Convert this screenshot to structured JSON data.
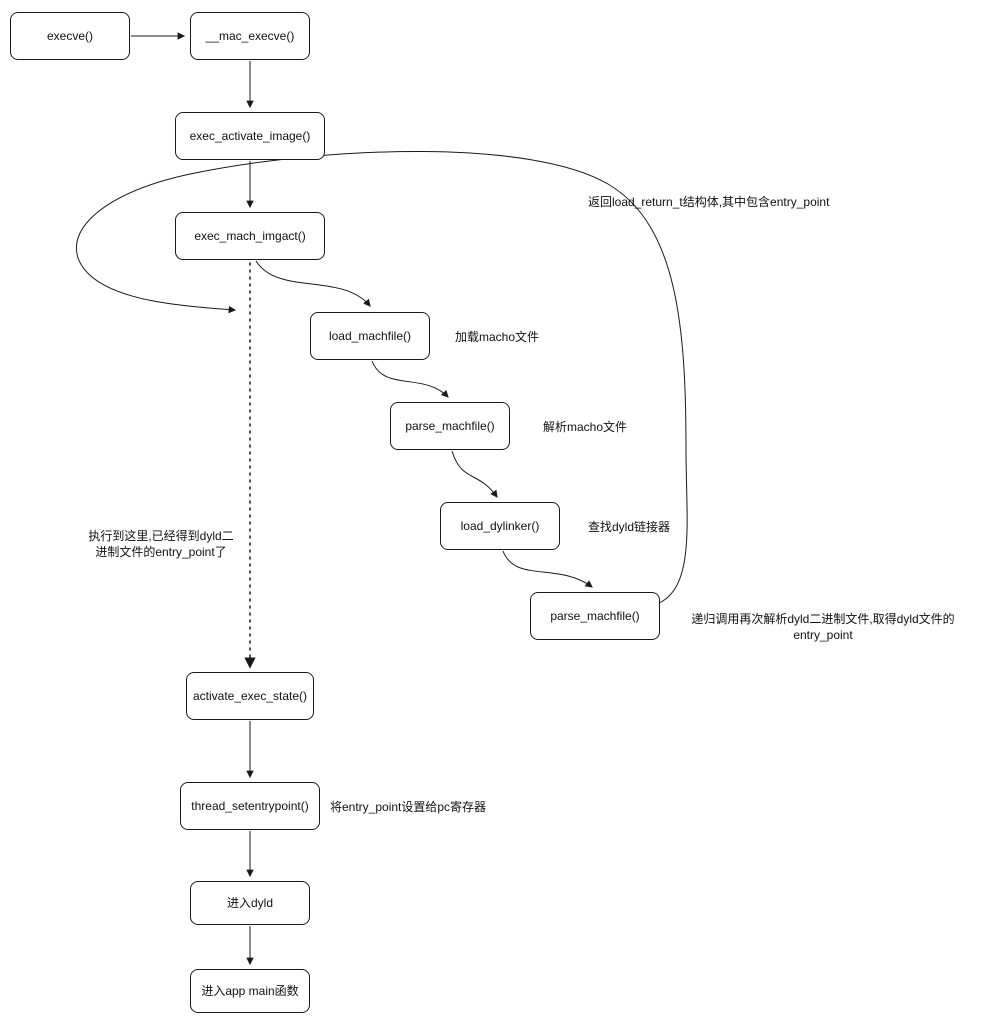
{
  "diagram": {
    "nodes": [
      {
        "id": "execve",
        "label": "execve()"
      },
      {
        "id": "mac-execve",
        "label": "__mac_execve()"
      },
      {
        "id": "exec-activate-image",
        "label": "exec_activate_image()"
      },
      {
        "id": "exec-mach-imgact",
        "label": "exec_mach_imgact()"
      },
      {
        "id": "load-machfile",
        "label": "load_machfile()"
      },
      {
        "id": "parse-machfile",
        "label": "parse_machfile()"
      },
      {
        "id": "load-dylinker",
        "label": "load_dylinker()"
      },
      {
        "id": "parse-machfile-2",
        "label": "parse_machfile()"
      },
      {
        "id": "activate-exec-state",
        "label": "activate_exec_state()"
      },
      {
        "id": "thread-setentrypoint",
        "label": "thread_setentrypoint()"
      },
      {
        "id": "enter-dyld",
        "label": "进入dyld"
      },
      {
        "id": "enter-app-main",
        "label": "进入app main函数"
      }
    ],
    "annotations": [
      {
        "id": "return-load-return-t",
        "text": "返回load_return_t结构体,其中包含entry_point"
      },
      {
        "id": "load-macho",
        "text": "加载macho文件"
      },
      {
        "id": "parse-macho",
        "text": "解析macho文件"
      },
      {
        "id": "find-dyld",
        "text": "查找dyld链接器"
      },
      {
        "id": "recursive-parse",
        "text": "递归调用再次解析dyld二进制文件,取得dyld文件的\nentry_point"
      },
      {
        "id": "reached-here",
        "text": "执行到这里,已经得到dyld二\n进制文件的entry_point了"
      },
      {
        "id": "set-pc",
        "text": "将entry_point设置给pc寄存器"
      }
    ],
    "colors": {
      "stroke": "#1a1a1a",
      "node_fill": "#ffffff",
      "background": "#ffffff"
    }
  }
}
